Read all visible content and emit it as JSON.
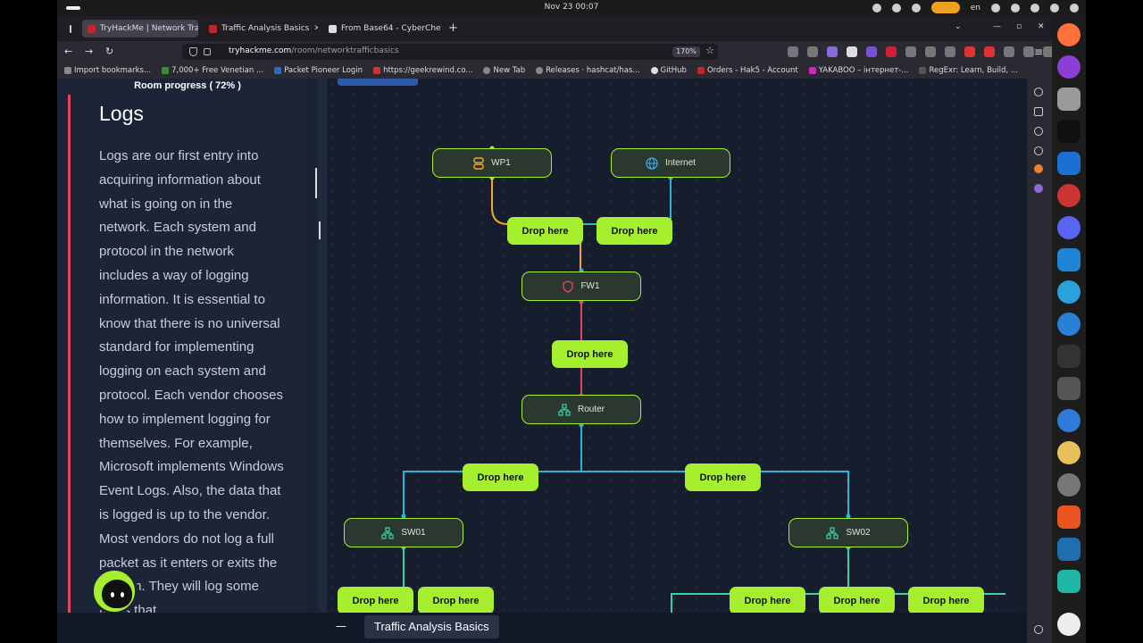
{
  "system": {
    "clock": "Nov 23  00:07",
    "language": "en"
  },
  "browser": {
    "tabs": [
      {
        "title": "TryHackMe | Network Tra",
        "active": true,
        "favicon_color": "#c1252b"
      },
      {
        "title": "Traffic Analysis Basics",
        "active": false,
        "favicon_color": "#c1252b"
      },
      {
        "title": "From Base64 - CyberChef",
        "active": false,
        "favicon_color": "#dddddd"
      }
    ],
    "url_host": "tryhackme.com",
    "url_path": "/room/networktrafficbasics",
    "zoom": "170%",
    "bookmarks": [
      "Import bookmarks...",
      "7,000+ Free Venetian ...",
      "Packet Pioneer Login",
      "https://geekrewind.co...",
      "New Tab",
      "Releases · hashcat/has...",
      "GitHub",
      "Orders - Hak5 - Account",
      "YAKABOO – інтернет-...",
      "RegExr: Learn, Build, ..."
    ]
  },
  "room": {
    "progress_label": "Room progress ( 72% )",
    "progress": 72,
    "section_title": "Logs",
    "body_text": "Logs are our first entry into acquiring information about what is going on in the network. Each system and protocol in the network includes a way of logging information. It is essential to know that there is no universal standard for implementing logging on each system and protocol. Each vendor chooses how to implement logging for themselves. For example, Microsoft implements Windows Event Logs. Also, the data that is logged is up to the vendor. Most vendors do not log a full packet as it enters or exits the system. They will log some fields that",
    "bottom_title": "Traffic Analysis Basics"
  },
  "diagram": {
    "nodes": {
      "wp1": {
        "label": "WP1",
        "icon": "server-icon"
      },
      "internet": {
        "label": "Internet",
        "icon": "globe-icon"
      },
      "fw1": {
        "label": "FW1",
        "icon": "shield-icon"
      },
      "router": {
        "label": "Router",
        "icon": "network-icon"
      },
      "sw01": {
        "label": "SW01",
        "icon": "network-icon"
      },
      "sw02": {
        "label": "SW02",
        "icon": "network-icon"
      }
    },
    "drop_label": "Drop here",
    "colors": {
      "accent": "#a6ef2e",
      "link_orange": "#f0a531",
      "link_cyan": "#2bb6d9",
      "link_red": "#e2455f",
      "link_green": "#39d1a5"
    }
  }
}
